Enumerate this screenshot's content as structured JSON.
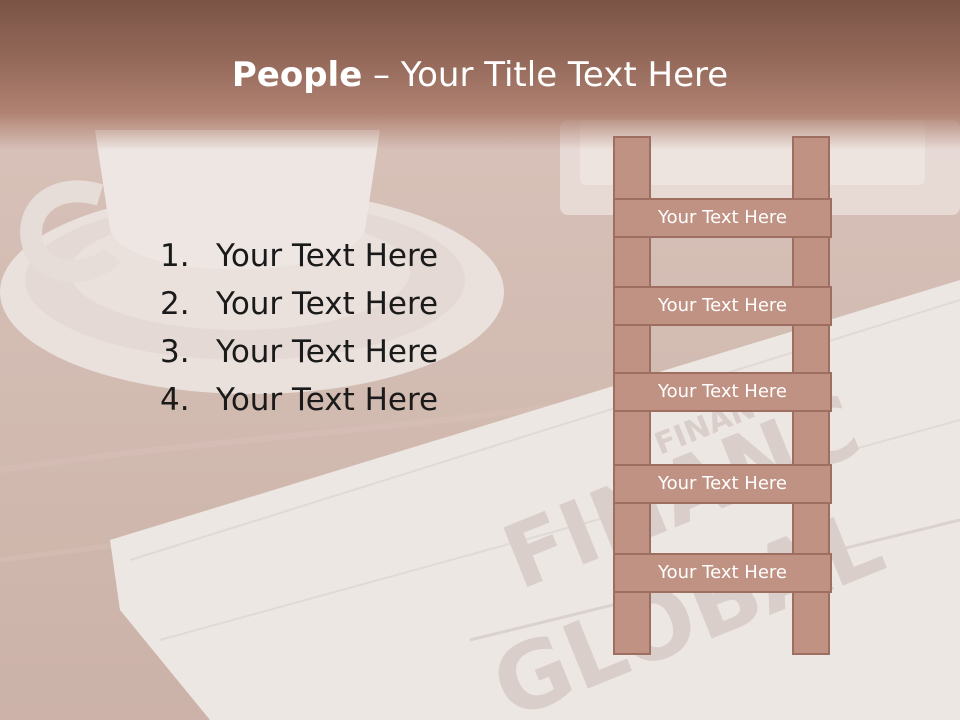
{
  "title": {
    "bold": "People",
    "rest": " – Your Title Text Here"
  },
  "list": [
    {
      "num": "1.",
      "text": "Your Text Here"
    },
    {
      "num": "2.",
      "text": "Your Text Here"
    },
    {
      "num": "3.",
      "text": "Your Text Here"
    },
    {
      "num": "4.",
      "text": "Your Text Here"
    }
  ],
  "ladder": {
    "rungs": [
      "Your Text Here",
      "Your Text Here",
      "Your Text Here",
      "Your Text Here",
      "Your Text Here"
    ]
  },
  "background": {
    "newspaper_words": [
      "FINANCE",
      "FINANC",
      "GLOBAL"
    ]
  },
  "colors": {
    "title_band": "#7b5446",
    "ladder_fill": "#c09283",
    "ladder_border": "#9e6e60",
    "title_text": "#ffffff",
    "list_text": "#1a1a1a"
  }
}
